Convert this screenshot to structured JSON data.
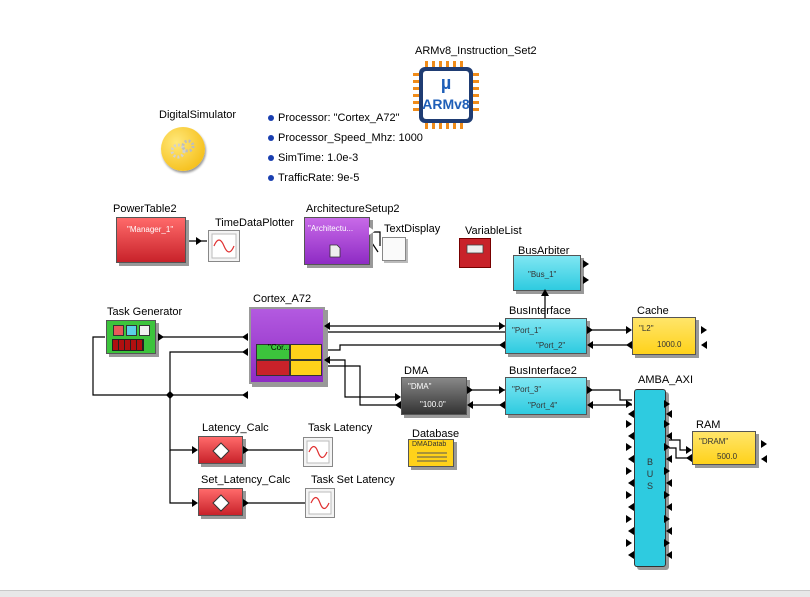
{
  "labels": {
    "arm": "ARMv8_Instruction_Set2",
    "digital_sim": "DigitalSimulator",
    "power_table": "PowerTable2",
    "time_plotter": "TimeDataPlotter",
    "arch_setup": "ArchitectureSetup2",
    "text_display": "TextDisplay",
    "variable_list": "VariableList",
    "bus_arbiter": "BusArbiter",
    "task_gen": "Task Generator",
    "cortex": "Cortex_A72",
    "bus_interface": "BusInterface",
    "cache": "Cache",
    "dma": "DMA",
    "bus_interface2": "BusInterface2",
    "amba": "AMBA_AXI",
    "ram": "RAM",
    "database": "Database",
    "latency_calc": "Latency_Calc",
    "task_latency": "Task Latency",
    "set_latency_calc": "Set_Latency_Calc",
    "task_set_latency": "Task Set Latency"
  },
  "params": [
    "Processor: \"Cortex_A72\"",
    "Processor_Speed_Mhz: 1000",
    "SimTime: 1.0e-3",
    "TrafficRate: 9e-5"
  ],
  "block_text": {
    "arm_mu": "µ",
    "arm_name": "ARMv8",
    "manager": "\"Manager_1\"",
    "architecture": "\"Architectu...",
    "bus1": "\"Bus_1\"",
    "cortex": "\"Cor...",
    "port1": "\"Port_1\"",
    "port2": "\"Port_2\"",
    "l2": "\"L2\"",
    "cache_val": "1000.0",
    "dma": "\"DMA\"",
    "dma_val": "\"100.0\"",
    "port3": "\"Port_3\"",
    "port4": "\"Port_4\"",
    "bus_letters": "B\nU\nS",
    "dram": "\"DRAM\"",
    "ram_val": "500.0",
    "database": "DMADatab"
  },
  "colors": {
    "cyan": "#2ecbe0",
    "yellow": "#ffd21a",
    "red": "#c8222a",
    "purple": "#8e2bc4",
    "green": "#3cc43c",
    "dark": "#3a3a3a",
    "param_dot": "#1a3fb0"
  },
  "icons": [
    "chip-icon",
    "gears-icon",
    "sine-plot-icon",
    "document-icon",
    "list-icon",
    "diamond-icon",
    "database-icon"
  ]
}
